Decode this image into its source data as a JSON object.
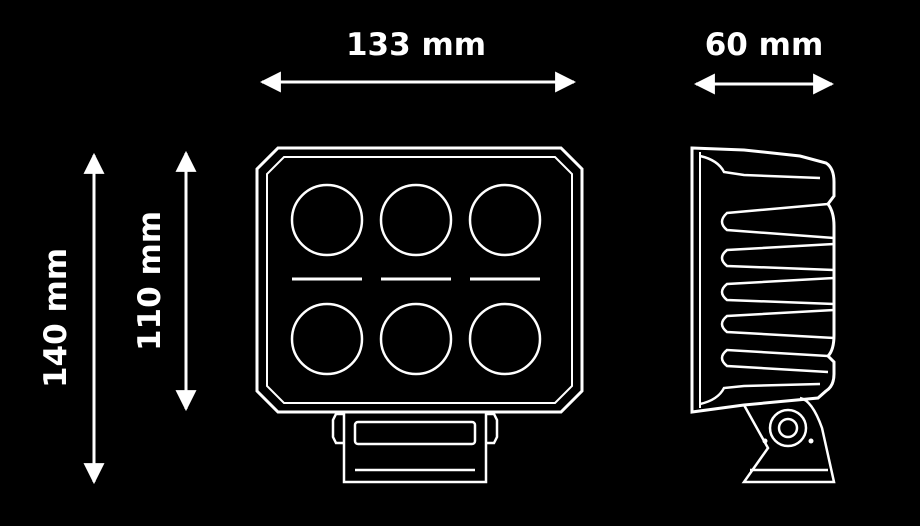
{
  "dimensions": {
    "width_front": "133 mm",
    "depth_side": "60 mm",
    "height_total": "140 mm",
    "height_housing": "110 mm"
  },
  "colors": {
    "background": "#000000",
    "line": "#ffffff"
  }
}
